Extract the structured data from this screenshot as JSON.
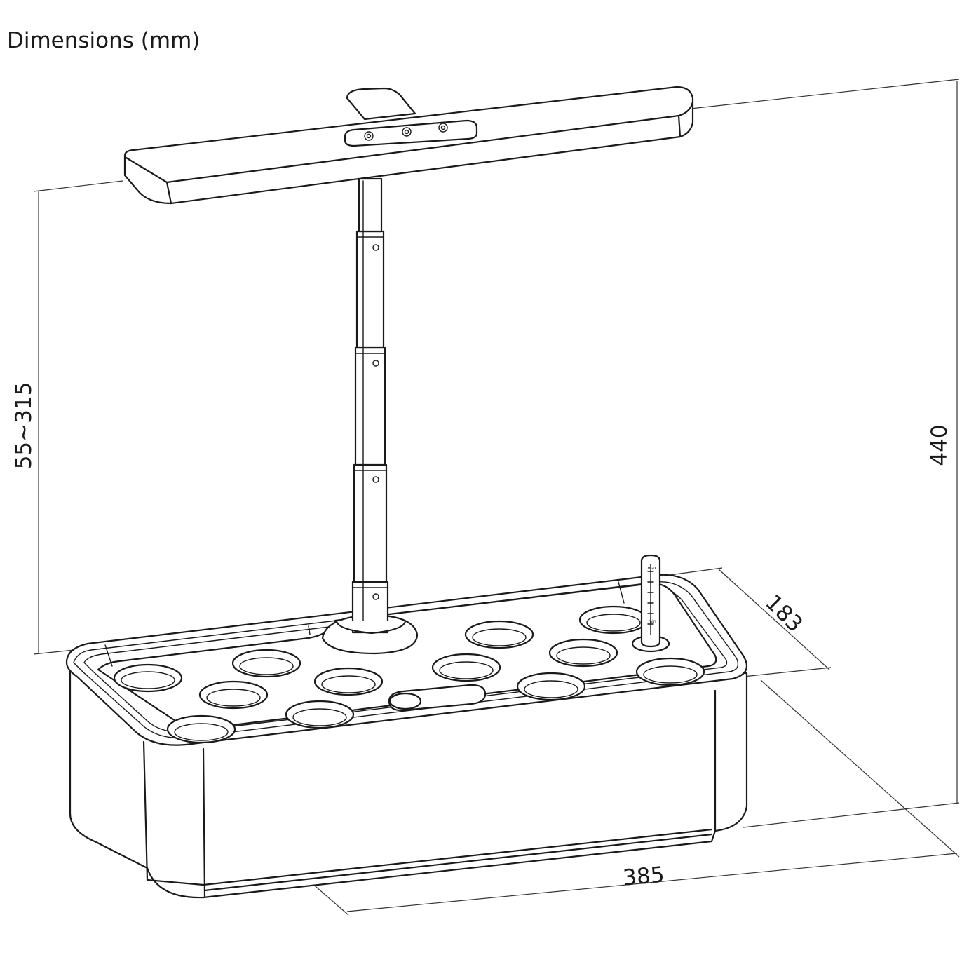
{
  "title": "Dimensions (mm)",
  "units": "mm",
  "dimensions": {
    "total_height": "440",
    "lamp_height_range": "55~315",
    "depth": "183",
    "width": "385"
  },
  "water_gauge": {
    "max_label": "max",
    "min_label": "min"
  },
  "colors": {
    "line": "#1a1a1a",
    "background": "#ffffff"
  }
}
